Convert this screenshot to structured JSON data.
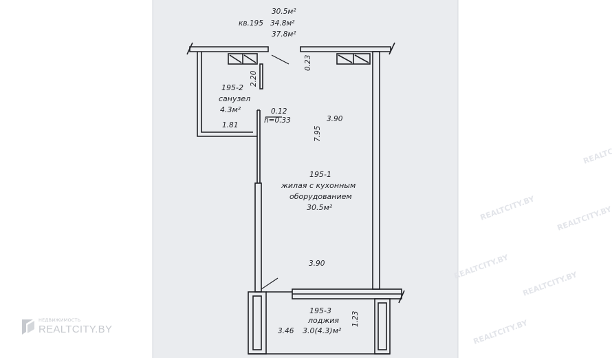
{
  "header": {
    "apartment": "кв.195",
    "area_living": "30.5м²",
    "area_total": "34.8м²",
    "area_with_loggia": "37.8м²"
  },
  "rooms": {
    "bathroom": {
      "number": "195-2",
      "name": "санузел",
      "area": "4.3м²"
    },
    "living": {
      "number": "195-1",
      "name_line1": "жилая с кухонным",
      "name_line2": "оборудованием",
      "area": "30.5м²"
    },
    "loggia": {
      "number": "195-3",
      "name": "лоджия",
      "area": "3.0(4.3)м²"
    }
  },
  "dimensions": {
    "door_width": "0.23",
    "bath_depth": "2.20",
    "bath_width": "1.81",
    "wall_offset": "0.12",
    "step_height": "h=0.33",
    "room_width_top": "3.90",
    "room_length": "7.95",
    "room_width_bottom": "3.90",
    "loggia_depth": "1.23",
    "loggia_width": "3.46"
  },
  "watermark": {
    "brand_small": "НЕДВИЖИМОСТЬ",
    "brand_big": "REALTCITY.BY",
    "tile_text": "REALTCITY.BY"
  },
  "colors": {
    "page": "#eaecef",
    "ink": "#1e1f24",
    "background": "#ffffff"
  }
}
